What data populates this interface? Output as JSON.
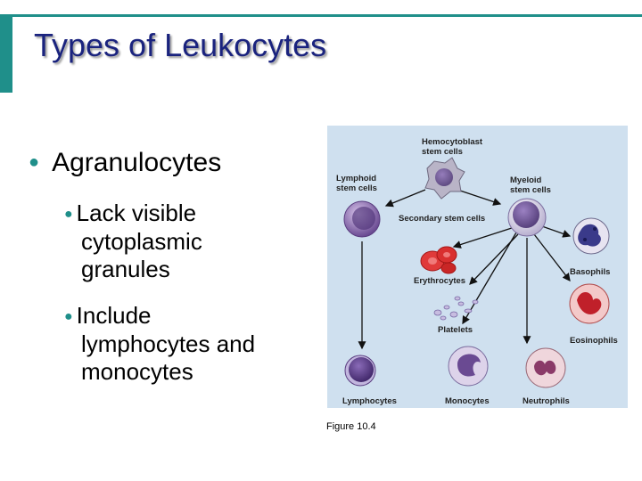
{
  "slide": {
    "title": "Types of Leukocytes",
    "bullet": "Agranulocytes",
    "sub_bullets": [
      {
        "line1": "Lack visible",
        "line2": "cytoplasmic",
        "line3": "granules"
      },
      {
        "line1": "Include",
        "line2": "lymphocytes and",
        "line3": "monocytes"
      }
    ],
    "caption": "Figure 10.4"
  },
  "figure": {
    "labels": {
      "hemocytoblast_1": "Hemocytoblast",
      "hemocytoblast_2": "stem cells",
      "lymphoid_1": "Lymphoid",
      "lymphoid_2": "stem cells",
      "myeloid_1": "Myeloid",
      "myeloid_2": "stem cells",
      "secondary": "Secondary stem cells",
      "basophils": "Basophils",
      "erythrocytes": "Erythrocytes",
      "platelets": "Platelets",
      "eosinophils": "Eosinophils",
      "lymphocytes": "Lymphocytes",
      "monocytes": "Monocytes",
      "neutrophils": "Neutrophils"
    }
  },
  "colors": {
    "accent": "#1f8f8a",
    "title": "#1a237e",
    "panel": "#cfe0ef",
    "cell_purple": "#7a5a9e"
  }
}
